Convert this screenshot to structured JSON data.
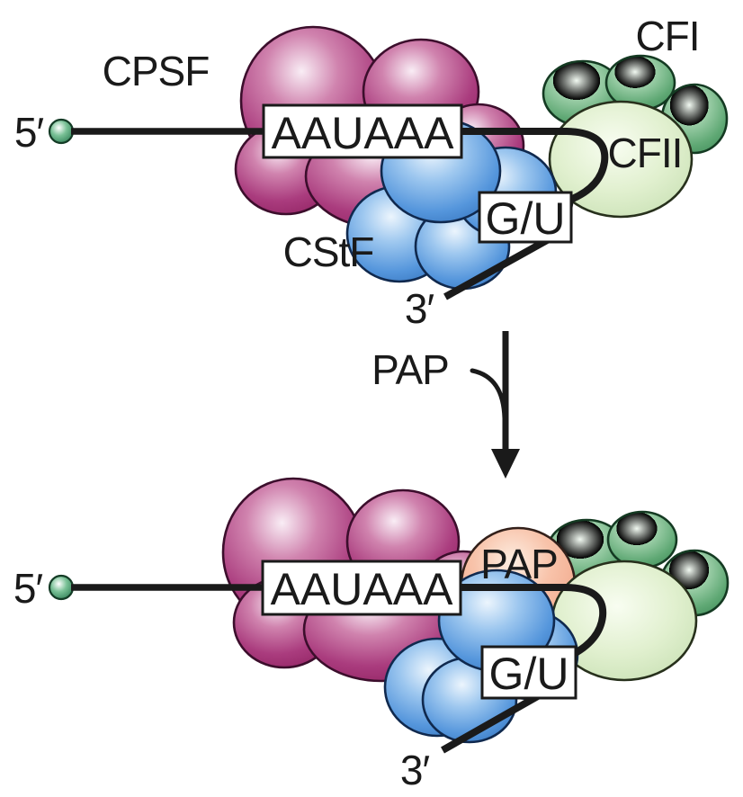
{
  "diagram": {
    "description": "mRNA 3-prime end polyadenylation complex assembly, before and after PAP recruitment",
    "top_complex": {
      "cpsf_label": "CPSF",
      "cstf_label": "CStF",
      "cfi_label": "CFI",
      "cfii_label": "CFII",
      "five_prime_label": "5′",
      "three_prime_label": "3′",
      "aauaaa_signal": "AAUAAA",
      "gu_signal": "G/U"
    },
    "reaction_arrow": {
      "pap_label": "PAP"
    },
    "bottom_complex": {
      "pap_label": "PAP",
      "five_prime_label": "5′",
      "three_prime_label": "3′",
      "aauaaa_signal": "AAUAAA",
      "gu_signal": "G/U"
    },
    "colors": {
      "cpsf_maroon": "#a23276",
      "cstf_blue": "#4b92d8",
      "cfi_green": "#57a06c",
      "cfii_light_green": "#ddeecb",
      "pap_salmon": "#f4a988",
      "rna_strand": "#1a1a1a",
      "five_prime_cap_green": "#4e9e6e",
      "signal_box_background": "#ffffff",
      "text": "#1a1a1a"
    }
  }
}
